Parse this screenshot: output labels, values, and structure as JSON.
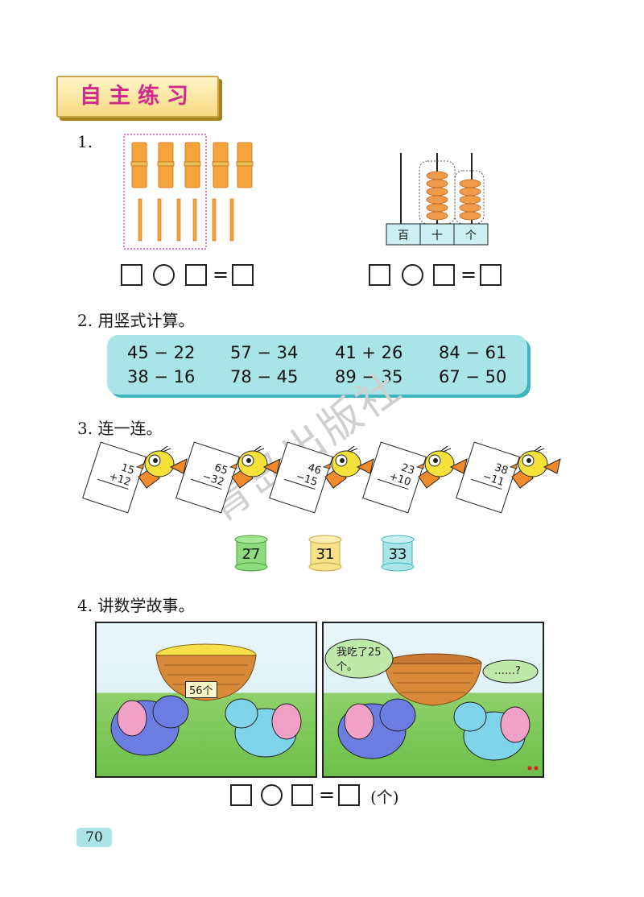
{
  "section_title": "自主练习",
  "q1": {
    "number": "1.",
    "abacus_labels": [
      "百",
      "十",
      "个"
    ]
  },
  "equation_symbol": "=",
  "q2": {
    "number_title": "2. 用竖式计算。",
    "expressions": [
      "45 − 22",
      "57 − 34",
      "41 + 26",
      "84 − 61",
      "38 − 16",
      "78 − 45",
      "89 − 35",
      "67 − 50"
    ]
  },
  "q3": {
    "number_title": "3. 连一连。",
    "cards": [
      {
        "top": "15",
        "bottom": "+12"
      },
      {
        "top": "65",
        "bottom": "−32"
      },
      {
        "top": "46",
        "bottom": "−15"
      },
      {
        "top": "23",
        "bottom": "+10"
      },
      {
        "top": "38",
        "bottom": "−11"
      }
    ],
    "spools": [
      {
        "value": "27",
        "color": "#8fdc7e"
      },
      {
        "value": "31",
        "color": "#f7e28a"
      },
      {
        "value": "33",
        "color": "#a9e5e6"
      }
    ]
  },
  "q4": {
    "number_title": "4. 讲数学故事。",
    "basket_label": "56个",
    "speech_bubble": "我吃了25个",
    "speech_bubble_tail": "。",
    "question_bubble": "……?",
    "unit": "(个)"
  },
  "watermark": "青岛出版社",
  "page_number": "70",
  "colors": {
    "accent_pink": "#d0298a",
    "calc_bg": "#a9e5e6",
    "banner_bg": "#f7d880"
  }
}
